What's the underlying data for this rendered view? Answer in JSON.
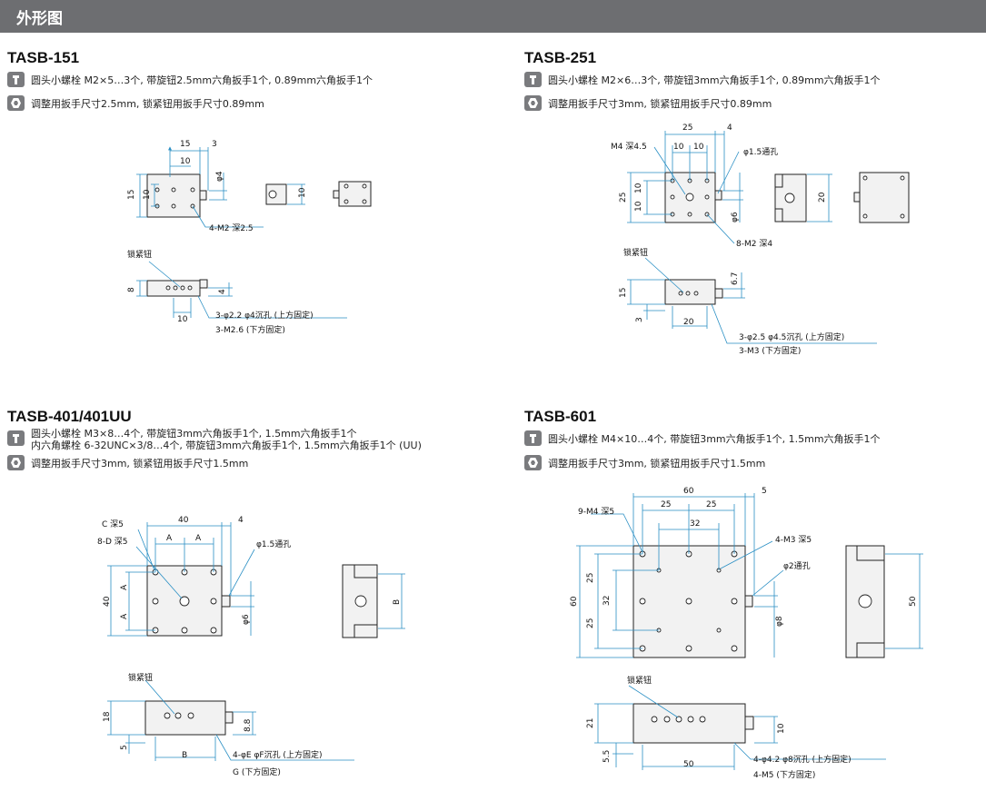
{
  "header": {
    "title": "外形图"
  },
  "sections": {
    "s151": {
      "model": "TASB-151",
      "spec_screw": "圆头小螺栓 M2×5…3个, 带旋钮2.5mm六角扳手1个, 0.89mm六角扳手1个",
      "spec_wrench": "调整用扳手尺寸2.5mm, 锁紧钮用扳手尺寸0.89mm",
      "dims": {
        "d15": "15",
        "d3": "3",
        "d10a": "10",
        "d15v": "15",
        "d10v": "10",
        "phi4": "φ4",
        "d10side": "10",
        "d8": "8",
        "d4": "4",
        "d10b": "10"
      },
      "labels": {
        "holes": "4-M2 深2.5",
        "lock": "锁紧钮",
        "mount1": "3-φ2.2 φ4沉孔 (上方固定)",
        "mount2": "3-M2.6 (下方固定)"
      }
    },
    "s251": {
      "model": "TASB-251",
      "spec_screw": "圆头小螺栓 M2×6…3个, 带旋钮3mm六角扳手1个, 0.89mm六角扳手1个",
      "spec_wrench": "调整用扳手尺寸3mm, 锁紧钮用扳手尺寸0.89mm",
      "dims": {
        "d25": "25",
        "d4": "4",
        "d10a": "10",
        "d10b": "10",
        "d25v": "25",
        "d10v1": "10",
        "d10v2": "10",
        "phi6": "φ6",
        "d20": "20",
        "d15": "15",
        "d3": "3",
        "d20b": "20",
        "d67": "6.7"
      },
      "labels": {
        "m4": "M4 深4.5",
        "through": "φ1.5通孔",
        "holes": "8-M2 深4",
        "lock": "锁紧钮",
        "mount1": "3-φ2.5 φ4.5沉孔 (上方固定)",
        "mount2": "3-M3 (下方固定)"
      }
    },
    "s401": {
      "model": "TASB-401/401UU",
      "spec_screw": "圆头小螺栓 M3×8…4个, 带旋钮3mm六角扳手1个, 1.5mm六角扳手1个",
      "spec_screw2": "内六角螺栓 6-32UNC×3/8…4个, 带旋钮3mm六角扳手1个, 1.5mm六角扳手1个 (UU)",
      "spec_wrench": "调整用扳手尺寸3mm, 锁紧钮用扳手尺寸1.5mm",
      "dims": {
        "d40": "40",
        "d4": "4",
        "A1": "A",
        "A2": "A",
        "d40v": "40",
        "A3": "A",
        "A4": "A",
        "phi6": "φ6",
        "B": "B",
        "d18": "18",
        "d5": "5",
        "d88": "8.8",
        "B2": "B"
      },
      "labels": {
        "c": "C 深5",
        "d": "8-D 深5",
        "through": "φ1.5通孔",
        "lock": "锁紧钮",
        "mount1": "4-φE φF沉孔 (上方固定)",
        "mount2": "G (下方固定)"
      }
    },
    "s601": {
      "model": "TASB-601",
      "spec_screw": "圆头小螺栓 M4×10…4个, 带旋钮3mm六角扳手1个, 1.5mm六角扳手1个",
      "spec_wrench": "调整用扳手尺寸3mm, 锁紧钮用扳手尺寸1.5mm",
      "dims": {
        "d60": "60",
        "d5": "5",
        "d25a": "25",
        "d25b": "25",
        "d32": "32",
        "d60v": "60",
        "d25v1": "25",
        "d32v": "32",
        "d25v2": "25",
        "phi8": "φ8",
        "d50": "50",
        "d21": "21",
        "d55": "5.5",
        "d10": "10",
        "d50b": "50"
      },
      "labels": {
        "m4": "9-M4 深5",
        "m3": "4-M3 深5",
        "through": "φ2通孔",
        "lock": "锁紧钮",
        "mount1": "4-φ4.2 φ8沉孔 (上方固定)",
        "mount2": "4-M5 (下方固定)"
      }
    }
  },
  "colors": {
    "header_bg": "#6d6e71",
    "dimension": "#2a8fc4",
    "part_line": "#222222"
  },
  "icons": {
    "screw": "screw-icon",
    "wrench": "hex-wrench-icon"
  }
}
